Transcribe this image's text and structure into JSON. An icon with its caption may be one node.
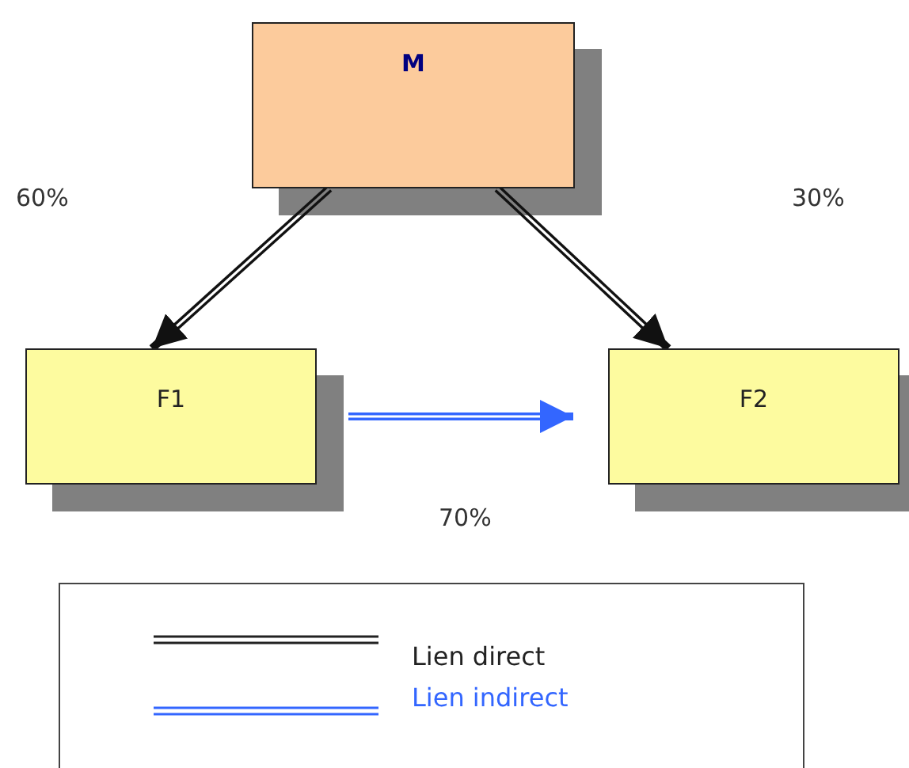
{
  "diagram": {
    "nodes": [
      {
        "text": [
          "M"
        ]
      },
      {
        "text": [
          "F1"
        ]
      },
      {
        "text": [
          "F2"
        ]
      }
    ],
    "edges": [
      {
        "from": 0,
        "to": 1,
        "arrow": "to"
      },
      {
        "from": 0,
        "to": 2,
        "arrow": "to"
      },
      {
        "from": 1,
        "to": 2,
        "arrow": "to",
        "color": "#3366ff"
      }
    ],
    "labels": [
      "60%",
      "30%",
      "70%"
    ],
    "legend": [
      {
        "text": "Lien direct"
      },
      {
        "text": "Lien indirect"
      }
    ]
  }
}
